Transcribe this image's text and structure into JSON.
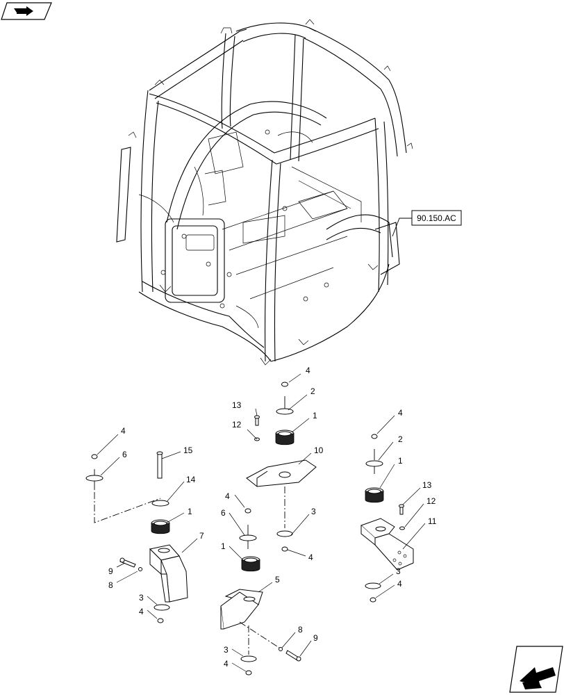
{
  "reference": {
    "label": "90.150.AC"
  },
  "callouts": [
    {
      "id": "c4a",
      "text": "4"
    },
    {
      "id": "c2a",
      "text": "2"
    },
    {
      "id": "c13a",
      "text": "13"
    },
    {
      "id": "c1a",
      "text": "1"
    },
    {
      "id": "c12a",
      "text": "12"
    },
    {
      "id": "c10",
      "text": "10"
    },
    {
      "id": "c4b",
      "text": "4"
    },
    {
      "id": "c6a",
      "text": "6"
    },
    {
      "id": "c15",
      "text": "15"
    },
    {
      "id": "c14",
      "text": "14"
    },
    {
      "id": "c1b",
      "text": "1"
    },
    {
      "id": "c7",
      "text": "7"
    },
    {
      "id": "c9a",
      "text": "9"
    },
    {
      "id": "c8a",
      "text": "8"
    },
    {
      "id": "c3a",
      "text": "3"
    },
    {
      "id": "c4c",
      "text": "4"
    },
    {
      "id": "c4d",
      "text": "4"
    },
    {
      "id": "c6b",
      "text": "6"
    },
    {
      "id": "c3b",
      "text": "3"
    },
    {
      "id": "c4e",
      "text": "4"
    },
    {
      "id": "c1c",
      "text": "1"
    },
    {
      "id": "c5",
      "text": "5"
    },
    {
      "id": "c8b",
      "text": "8"
    },
    {
      "id": "c9b",
      "text": "9"
    },
    {
      "id": "c3c",
      "text": "3"
    },
    {
      "id": "c4f",
      "text": "4"
    },
    {
      "id": "c4g",
      "text": "4"
    },
    {
      "id": "c2b",
      "text": "2"
    },
    {
      "id": "c1d",
      "text": "1"
    },
    {
      "id": "c13b",
      "text": "13"
    },
    {
      "id": "c12b",
      "text": "12"
    },
    {
      "id": "c11",
      "text": "11"
    },
    {
      "id": "c3d",
      "text": "3"
    },
    {
      "id": "c4h",
      "text": "4"
    }
  ],
  "icons": {
    "top_left": "folder-pages-icon",
    "bottom_right": "next-page-arrow-icon"
  }
}
